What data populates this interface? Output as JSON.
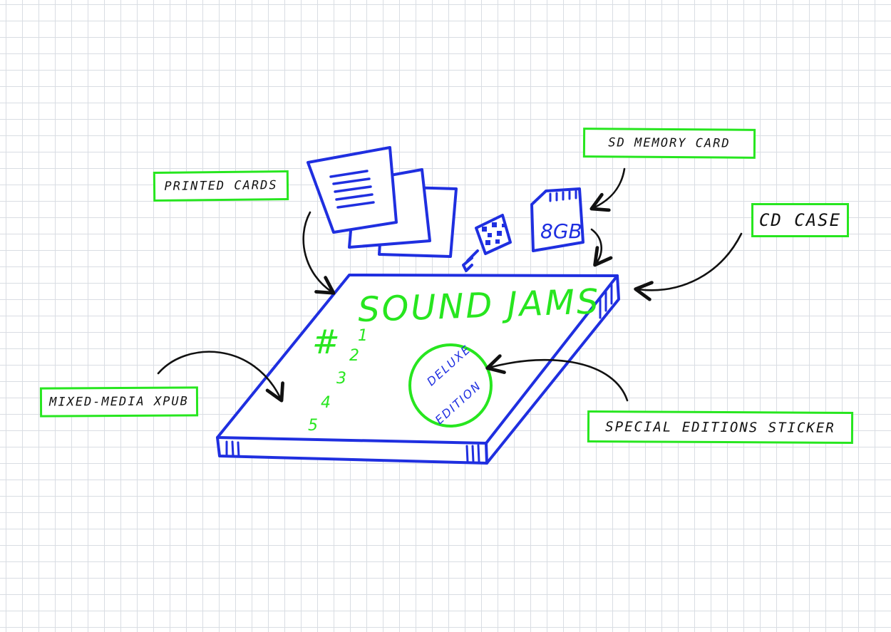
{
  "callouts": {
    "printed_cards": "PRINTED CARDS",
    "sd_memory_card": "SD MEMORY CARD",
    "cd_case": "CD CASE",
    "mixed_media_xpub": "MIXED-MEDIA XPUB",
    "special_editions_sticker": "SPECIAL EDITIONS STICKER"
  },
  "case_title": "SOUND JAMS",
  "issue_hash": "#",
  "issue_numbers": [
    "1",
    "2",
    "3",
    "4",
    "5"
  ],
  "sticker": {
    "line1": "DELUXE",
    "line2": "EDITION"
  },
  "sd_capacity": "8GB",
  "colors": {
    "ink_blue": "#1f2fe0",
    "marker_green": "#27e61f",
    "pen_black": "#111111",
    "grid": "#d9dde3"
  },
  "icons": [
    "printed-cards-icon",
    "qr-tag-icon",
    "sd-card-icon",
    "cd-case-icon",
    "sticker-icon",
    "arrow-icon"
  ]
}
